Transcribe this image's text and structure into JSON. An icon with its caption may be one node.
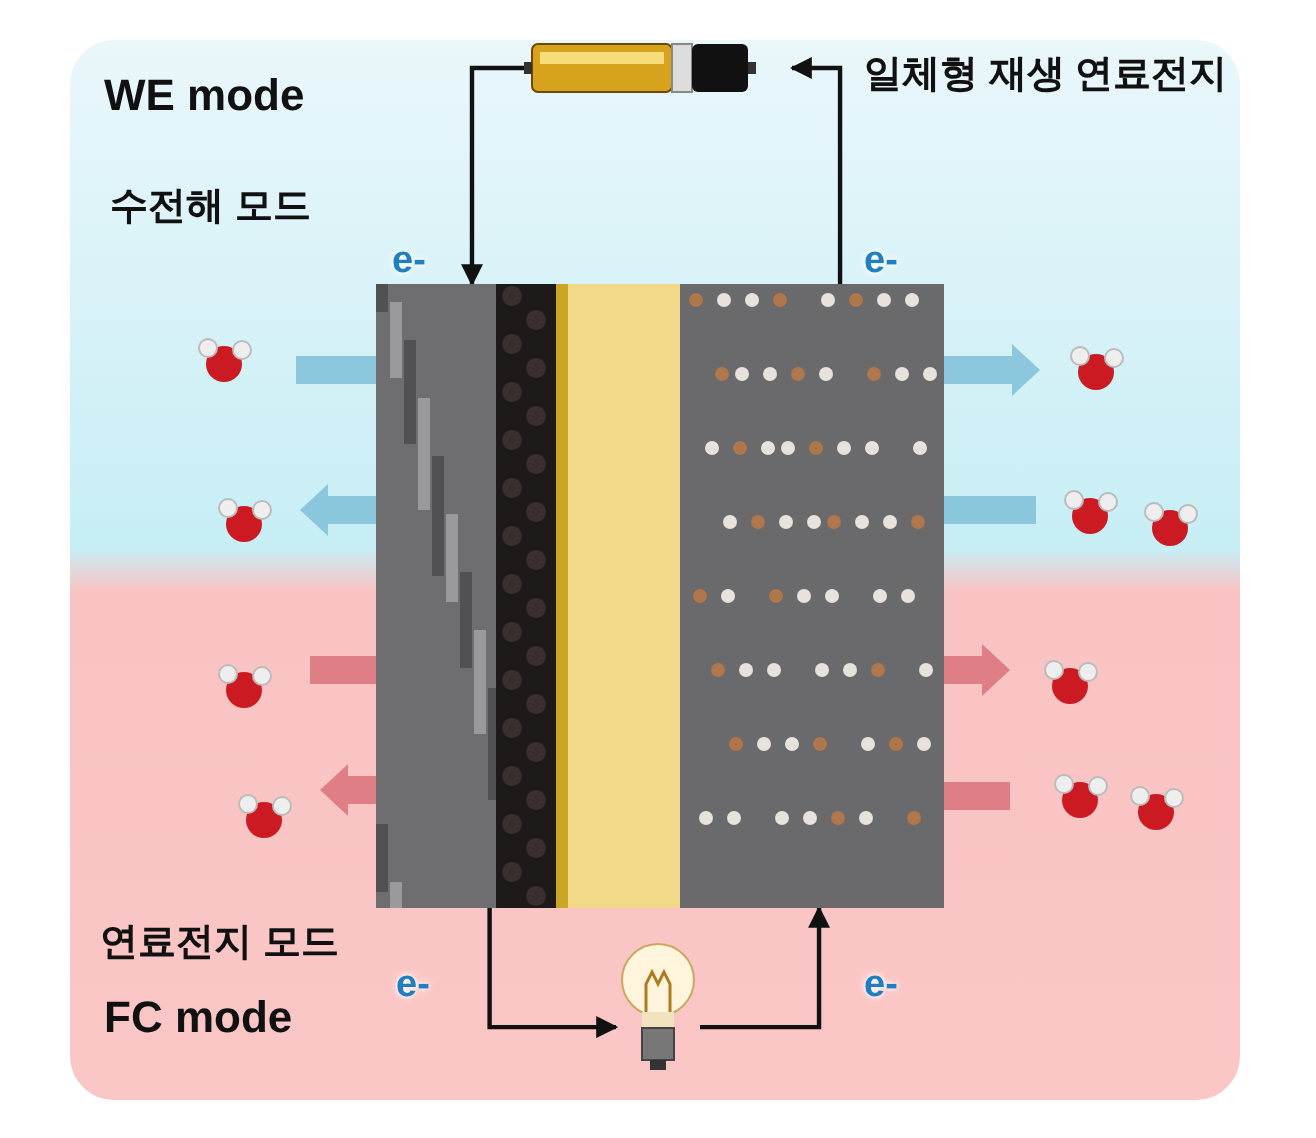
{
  "diagram": {
    "nodes": [
      {
        "text": [],
        "shape": "picture"
      },
      {
        "text": [],
        "shape": "picture"
      },
      {
        "text": [],
        "shape": "picture"
      }
    ],
    "edges": [
      {
        "from": 1,
        "to": 0,
        "arrow": "to"
      },
      {
        "from": 0,
        "to": 1,
        "arrow": "to"
      },
      {
        "from": 1,
        "to": 2,
        "arrow": "to"
      },
      {
        "from": 2,
        "to": 1,
        "arrow": "to"
      }
    ],
    "labels": [
      "WE mode",
      "일체형 재생 연료전지",
      "수전해 모드",
      "e-",
      "e-",
      "연료전지 모드",
      "e-",
      "e-",
      "FC mode"
    ]
  }
}
